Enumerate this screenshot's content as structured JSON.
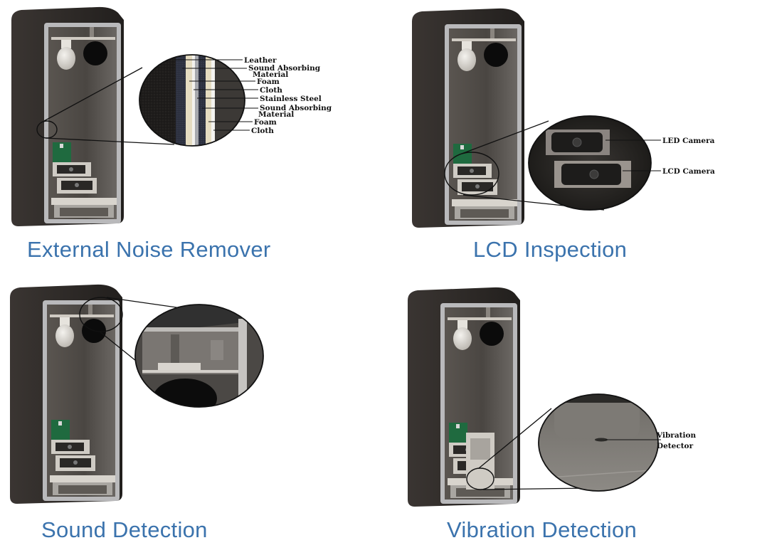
{
  "figure": {
    "panels": [
      {
        "id": "external-noise-remover",
        "caption": "External Noise Remover",
        "callout_labels": [
          {
            "line1": "Leather",
            "line2": ""
          },
          {
            "line1": "Sound Absorbing",
            "line2": "Material"
          },
          {
            "line1": "Foam",
            "line2": ""
          },
          {
            "line1": "Cloth",
            "line2": ""
          },
          {
            "line1": "Stainless Steel",
            "line2": ""
          },
          {
            "line1": "Sound Absorbing",
            "line2": "Material"
          },
          {
            "line1": "Foam",
            "line2": ""
          },
          {
            "line1": "Cloth",
            "line2": ""
          }
        ]
      },
      {
        "id": "lcd-inspection",
        "caption": "LCD Inspection",
        "callout_labels": [
          {
            "line1": "LED Camera",
            "line2": ""
          },
          {
            "line1": "LCD Camera",
            "line2": ""
          }
        ]
      },
      {
        "id": "sound-detection",
        "caption": "Sound Detection",
        "callout_labels": []
      },
      {
        "id": "vibration-detection",
        "caption": "Vibration Detection",
        "callout_labels": [
          {
            "line1": "Vibration",
            "line2": "Detector"
          }
        ]
      }
    ],
    "colors": {
      "caption": "#3b73ad",
      "enclosure_outer": "#2b2826",
      "enclosure_rim": "#b9b9bb",
      "enclosure_inner": "#4b4743",
      "pcb_green": "#1f6a3f"
    }
  }
}
